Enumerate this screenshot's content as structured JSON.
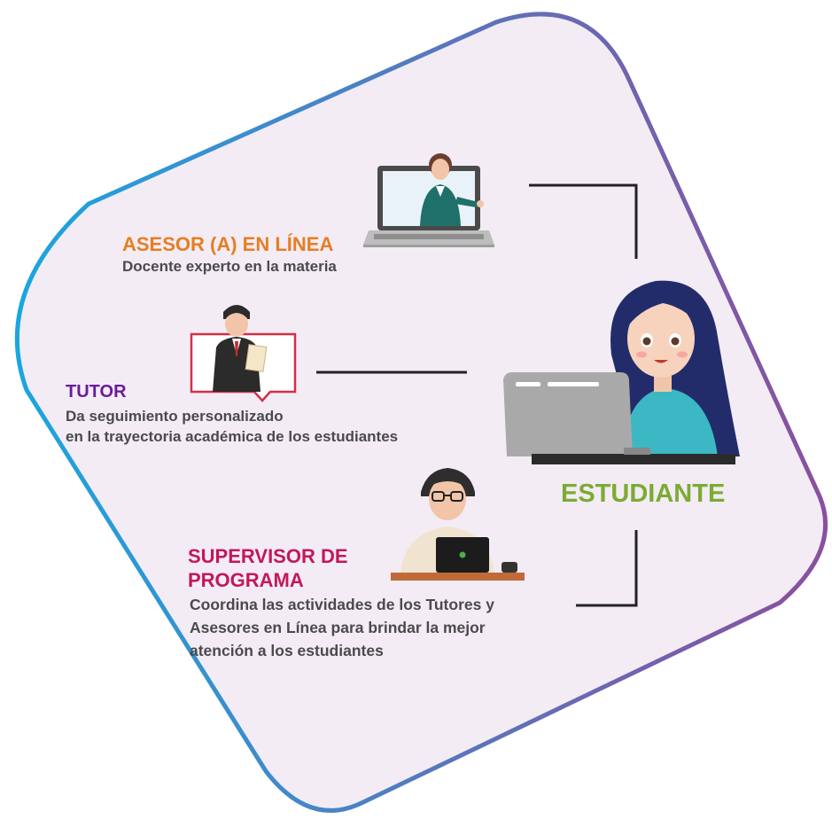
{
  "colors": {
    "background_shape": "#f3ecf5",
    "border_start": "#1aa6df",
    "border_end": "#8a4f9e",
    "asesor_title": "#e67e22",
    "tutor_title": "#6a1b9a",
    "supervisor_title": "#c2185b",
    "estudiante_title": "#7cab33",
    "description_text": "#4a4a4a",
    "connector_lines": "#222222"
  },
  "icons": [
    "laptop-teacher-icon",
    "tutor-speech-frame-icon",
    "supervisor-desk-icon",
    "student-laptop-icon"
  ],
  "roles": {
    "asesor": {
      "title": "ASESOR (A) EN LÍNEA",
      "description": "Docente experto en la materia"
    },
    "tutor": {
      "title": "TUTOR",
      "description_line1": "Da seguimiento personalizado",
      "description_line2": "en la trayectoria académica de los estudiantes"
    },
    "supervisor": {
      "title_line1": "SUPERVISOR DE",
      "title_line2": "PROGRAMA",
      "description_line1": "Coordina las actividades de los Tutores y",
      "description_line2": "Asesores en Línea para brindar la mejor",
      "description_line3": "atención a los estudiantes"
    },
    "estudiante": {
      "title": "ESTUDIANTE"
    }
  }
}
